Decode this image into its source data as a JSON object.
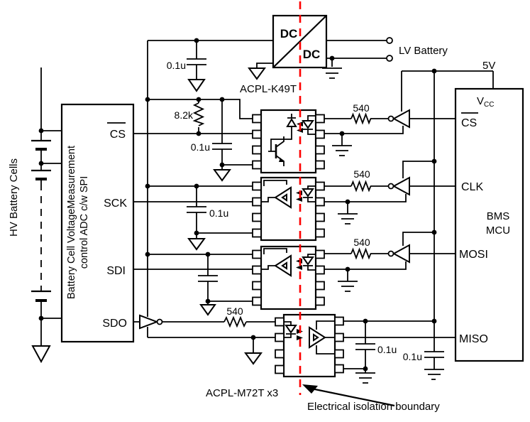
{
  "colors": {
    "wire": "#000000",
    "isolation_line": "#fe0000",
    "background": "#ffffff"
  },
  "hv_side": {
    "battery_label": "HV Battery Cells",
    "adc_block": {
      "label_line1": "Battery Cell VoltageMeasurement",
      "label_line2": "control ADC c/w SPI",
      "pins": {
        "cs": "CS",
        "sck": "SCK",
        "sdi": "SDI",
        "sdo": "SDO"
      }
    }
  },
  "power": {
    "dcdc_input_label": "DC",
    "dcdc_output_label": "DC",
    "lv_battery_label": "LV Battery",
    "rail_label": "5V"
  },
  "mcu_block": {
    "vcc_main": "V",
    "vcc_sub": "CC",
    "name_line1": "BMS",
    "name_line2": "MCU",
    "pins": {
      "cs": "CS",
      "clk": "CLK",
      "mosi": "MOSI",
      "miso": "MISO"
    }
  },
  "component_values": {
    "pullup_resistor": "8.2k",
    "series_resistor": "540",
    "decoupling_cap": "0.1u"
  },
  "annotations": {
    "top_optocoupler": "ACPL-K49T",
    "bottom_optocouplers": "ACPL-M72T x3",
    "isolation_boundary": "Electrical isolation boundary"
  }
}
